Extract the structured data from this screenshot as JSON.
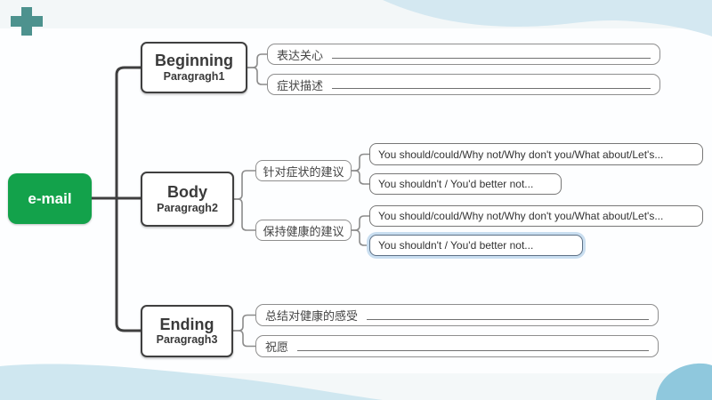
{
  "mindmap": {
    "root": {
      "label": "e-mail"
    },
    "branches": [
      {
        "title": "Beginning",
        "subtitle": "Paragragh1",
        "leaves": [
          {
            "label": "表达关心"
          },
          {
            "label": "症状描述"
          }
        ]
      },
      {
        "title": "Body",
        "subtitle": "Paragragh2",
        "groups": [
          {
            "label": "针对症状的建议",
            "leaves": [
              {
                "label": "You should/could/Why not/Why don't you/What about/Let's..."
              },
              {
                "label": "You shouldn't  / You'd better not..."
              }
            ]
          },
          {
            "label": "保持健康的建议",
            "leaves": [
              {
                "label": "You should/could/Why not/Why don't you/What about/Let's..."
              },
              {
                "label": "You shouldn't  / You'd better not...",
                "selected": true
              }
            ]
          }
        ]
      },
      {
        "title": "Ending",
        "subtitle": "Paragragh3",
        "leaves": [
          {
            "label": "总结对健康的感受"
          },
          {
            "label": "祝愿"
          }
        ]
      }
    ]
  },
  "colors": {
    "root_node_green": "#13a24b",
    "plus_icon_teal": "#4d928e",
    "wave_light_blue": "#d4e8f1",
    "corner_blob_blue": "#8fc8dd",
    "connector_dark": "#3f3f3f",
    "connector_gray": "#8c8c8c",
    "selection_highlight": "#c9def0"
  }
}
